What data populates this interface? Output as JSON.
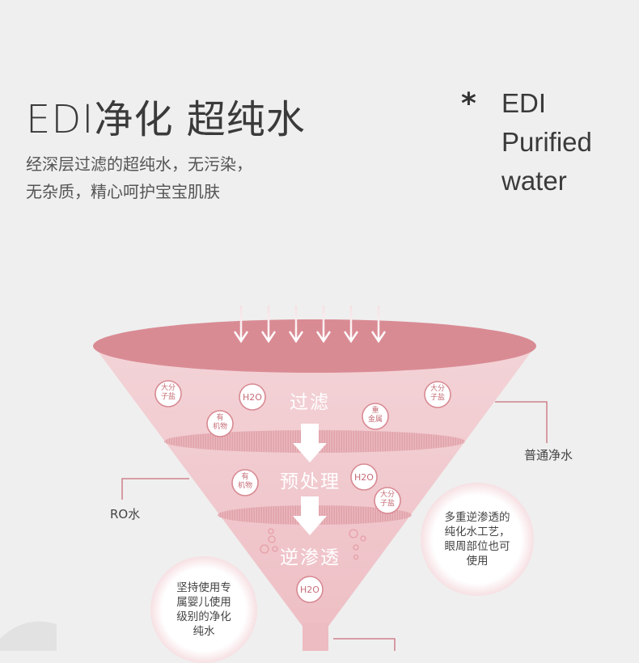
{
  "header": {
    "title": "EDI净化  超纯水",
    "desc_line1": "经深层过滤的超纯水，无污染，",
    "desc_line2": "无杂质，精心呵护宝宝肌肤",
    "star": "*",
    "eng_line1": "EDI",
    "eng_line2": "Purified",
    "eng_line3": "water"
  },
  "funnel": {
    "stage1": "过滤",
    "stage2": "预处理",
    "stage3": "逆渗透",
    "badge_salt": "大分\n子盐",
    "badge_h2o": "H2O",
    "badge_organic": "有\n机物",
    "badge_metal": "重\n金属"
  },
  "labels": {
    "normal_water": "普通净水",
    "ro_water": "RO水"
  },
  "notes": {
    "right_l1": "多重逆渗透的",
    "right_l2": "纯化水工艺，",
    "right_l3": "眼周部位也可",
    "right_l4": "使用",
    "left_l1": "坚持使用专",
    "left_l2": "属婴儿使用",
    "left_l3": "级别的净化",
    "left_l4": "纯水"
  }
}
